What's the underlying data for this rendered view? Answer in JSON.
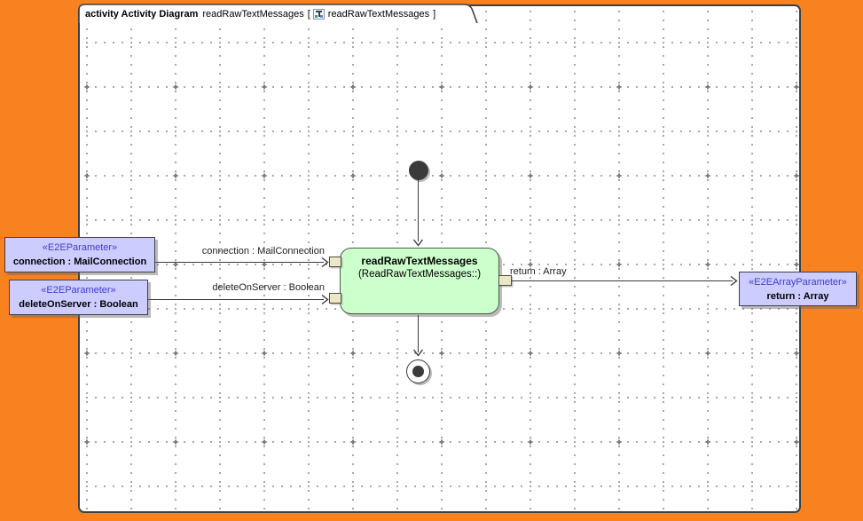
{
  "tab": {
    "keyword": "activity Activity Diagram",
    "diagram_name": "readRawTextMessages",
    "open_bracket": "[",
    "ref_name": "readRawTextMessages",
    "close_bracket": "]"
  },
  "activity": {
    "name": "readRawTextMessages",
    "qualifier": "(ReadRawTextMessages::)",
    "fill_color": "#CCFFCC"
  },
  "parameters": {
    "left": [
      {
        "stereotype": "«E2EParameter»",
        "name": "connection : MailConnection"
      },
      {
        "stereotype": "«E2EParameter»",
        "name": "deleteOnServer : Boolean"
      }
    ],
    "right": [
      {
        "stereotype": "«E2EArrayParameter»",
        "name": "return : Array"
      }
    ],
    "fill_color": "#CCCCFF",
    "stereotype_color": "#3E3ECD"
  },
  "edges": {
    "connection_label": "connection : MailConnection",
    "delete_label": "deleteOnServer : Boolean",
    "return_label": "return : Array"
  },
  "icons": {
    "tab_icon": "activity-diagram-icon",
    "arrowhead": "open-arrowhead"
  },
  "colors": {
    "background_orange": "#F8821F",
    "canvas_border": "#3C4043",
    "grid_dot": "#8A8A8A",
    "pin_fill": "#EDE8C4",
    "edge_line": "#3A3A3A",
    "shadow": "#ABABAB"
  }
}
